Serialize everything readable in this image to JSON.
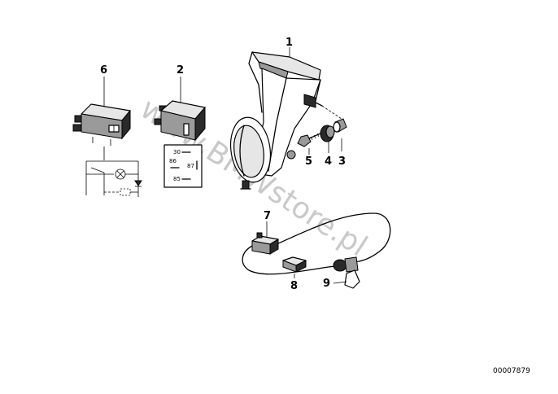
{
  "callouts": {
    "p1": "1",
    "p2": "2",
    "p3": "3",
    "p4": "4",
    "p5": "5",
    "p6": "6",
    "p7": "7",
    "p8": "8",
    "p9": "9"
  },
  "relay_terminals": {
    "t30": "30",
    "t86": "86",
    "t87": "87",
    "t85": "85"
  },
  "watermark": "www.BMWstore.pl",
  "catalog_number": "00007879"
}
